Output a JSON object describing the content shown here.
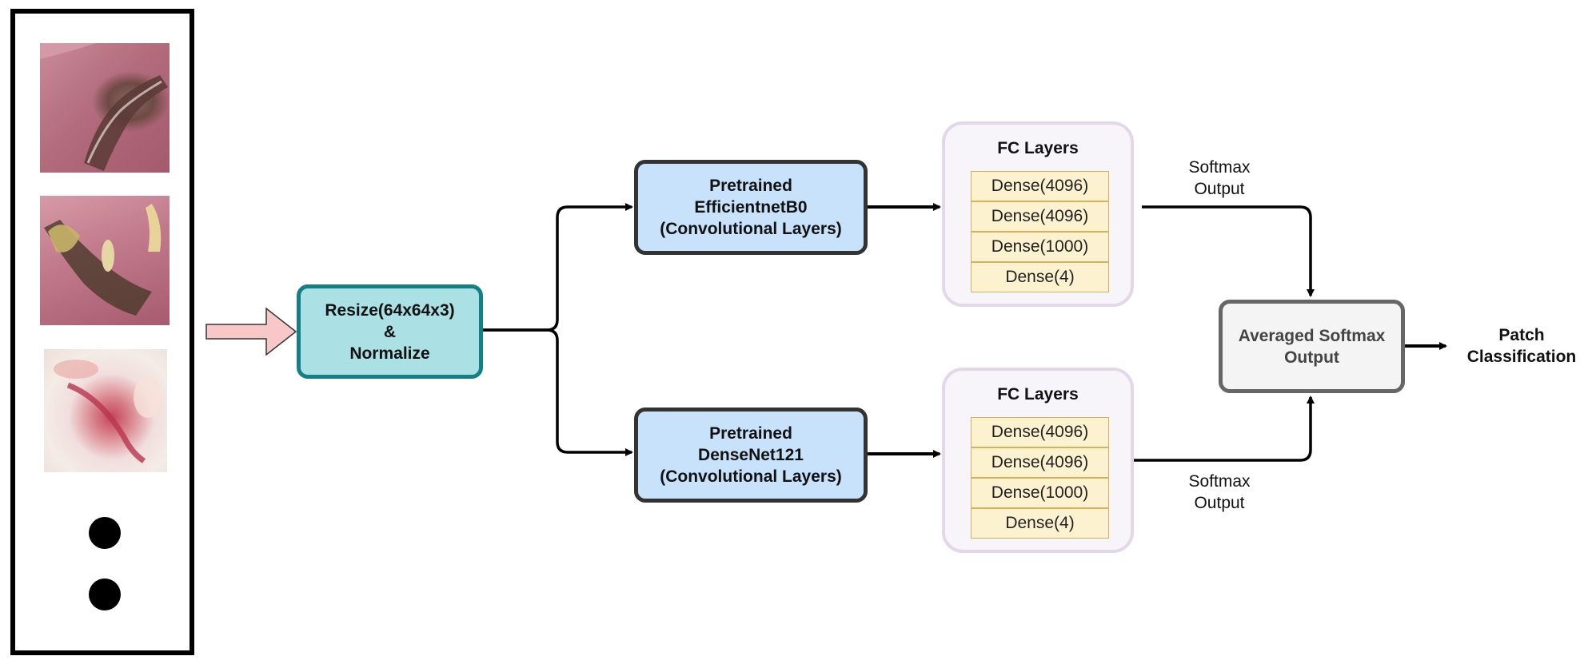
{
  "input_patches": {
    "patch_descriptions": [
      "oral lesion patch 1",
      "oral lesion patch 2",
      "oral lesion patch 3"
    ],
    "ellipsis": "vertical dots"
  },
  "resize_block": {
    "text": "Resize(64x64x3)\n&\nNormalize"
  },
  "branches": [
    {
      "backbone": "Pretrained\nEfficientnetB0\n(Convolutional Layers)",
      "fc_title": "FC Layers",
      "fc_layers": [
        "Dense(4096)",
        "Dense(4096)",
        "Dense(1000)",
        "Dense(4)"
      ],
      "output_label": "Softmax\nOutput"
    },
    {
      "backbone": "Pretrained\nDenseNet121\n(Convolutional Layers)",
      "fc_title": "FC Layers",
      "fc_layers": [
        "Dense(4096)",
        "Dense(4096)",
        "Dense(1000)",
        "Dense(4)"
      ],
      "output_label": "Softmax\nOutput"
    }
  ],
  "ensemble_block": {
    "text": "Averaged Softmax\nOutput"
  },
  "final_output": {
    "text": "Patch\nClassification"
  },
  "colors": {
    "resize_fill": "#abe1e5",
    "resize_border": "#147f84",
    "backbone_fill": "#c8e2fb",
    "fc_group_fill": "#f8f5fa",
    "dense_fill": "#fdf2d0",
    "ensemble_fill": "#f4f4f4",
    "input_arrow_fill": "#f8c8c8"
  }
}
